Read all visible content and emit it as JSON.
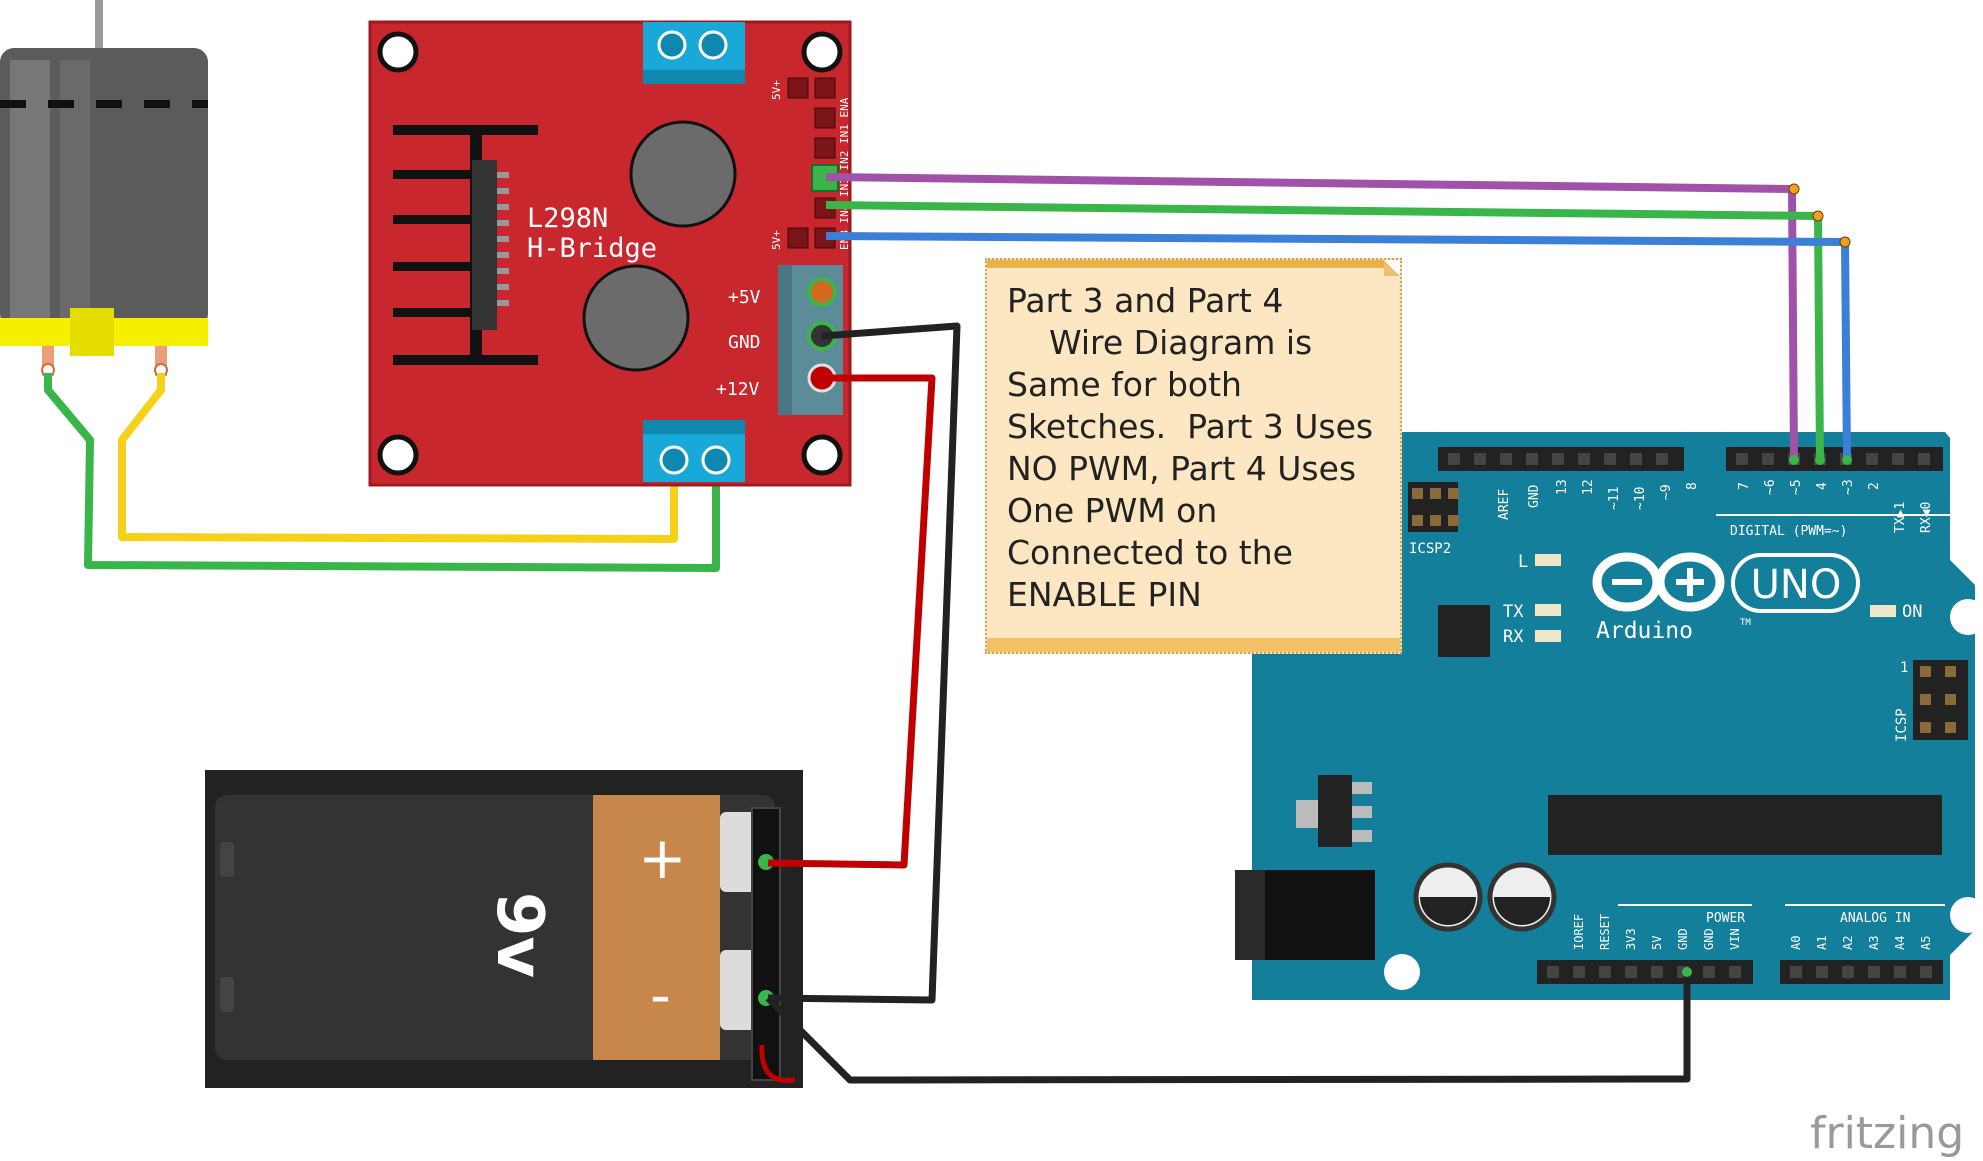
{
  "hbridge": {
    "title_line1": "L298N",
    "title_line2": "H-Bridge",
    "pin_5v": "+5V",
    "pin_gnd": "GND",
    "pin_12v": "+12V",
    "header_left_top": "5V+",
    "header_left_bottom": "5V+",
    "header_pins": "ENB IN4 IN3 IN2 IN1 ENA"
  },
  "note": {
    "lines": [
      "Part 3 and Part 4",
      "    Wire Diagram is",
      "Same for both",
      "Sketches.  Part 3 Uses",
      "NO PWM, Part 4 Uses",
      "One PWM on",
      "Connected to the",
      "ENABLE PIN"
    ]
  },
  "battery": {
    "label": "9v",
    "plus": "+",
    "minus": "-"
  },
  "arduino": {
    "brand": "Arduino",
    "trademark": "TM",
    "model": "UNO",
    "digital_label": "DIGITAL (PWM=~)",
    "icsp2": "ICSP2",
    "icsp": "ICSP",
    "icsp_pin1": "1",
    "led_l": "L",
    "led_tx": "TX",
    "led_rx": "RX",
    "led_on": "ON",
    "power_label": "POWER",
    "analog_label": "ANALOG IN",
    "digital_pins_left": [
      "AREF",
      "GND",
      "13",
      "12",
      "~11",
      "~10",
      "~9",
      "8"
    ],
    "digital_pins_right": [
      "7",
      "~6",
      "~5",
      "4",
      "~3",
      "2",
      "TX▶1",
      "RX◀0"
    ],
    "power_pins": [
      "IOREF",
      "RESET",
      "3V3",
      "5V",
      "GND",
      "GND",
      "VIN"
    ],
    "analog_pins": [
      "A0",
      "A1",
      "A2",
      "A3",
      "A4",
      "A5"
    ]
  },
  "watermark": "fritzing",
  "colors": {
    "hbridge_board": "#c8272d",
    "arduino_board": "#147f9b",
    "wire_purple": "#a052a8",
    "wire_green": "#3ab54a",
    "wire_blue": "#3b7fd6",
    "wire_red": "#c00000",
    "wire_black": "#222222",
    "wire_yellow": "#f6c817",
    "terminal_blue": "#19a9d8",
    "note_bg": "#fde7c3"
  }
}
